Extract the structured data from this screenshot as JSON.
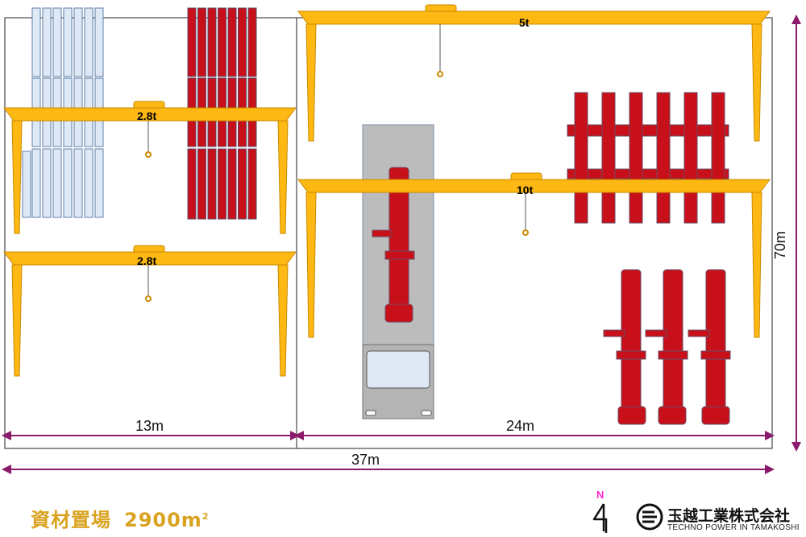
{
  "site": {
    "title": "資材置場",
    "area_value": "2900m",
    "area_sup": "2"
  },
  "dimensions": {
    "west_width": "13m",
    "east_width": "24m",
    "total_width": "37m",
    "length": "70m"
  },
  "cranes": [
    {
      "id": "crane-top-right",
      "capacity": "5t"
    },
    {
      "id": "crane-mid-left",
      "capacity": "2.8t"
    },
    {
      "id": "crane-low-left",
      "capacity": "2.8t"
    },
    {
      "id": "crane-mid-right",
      "capacity": "10t"
    }
  ],
  "compass": {
    "label": "N"
  },
  "company": {
    "name": "玉越工業株式会社",
    "tagline": "TECHNO POWER IN TAMAKOSHI"
  },
  "colors": {
    "crane": "#fdb813",
    "steel_red": "#c8101a",
    "pallet_blue": "#dfe9f5",
    "truck_gray": "#bcbcbc",
    "dimension_line": "#8b1a6b",
    "title_gold": "#d9a320"
  }
}
